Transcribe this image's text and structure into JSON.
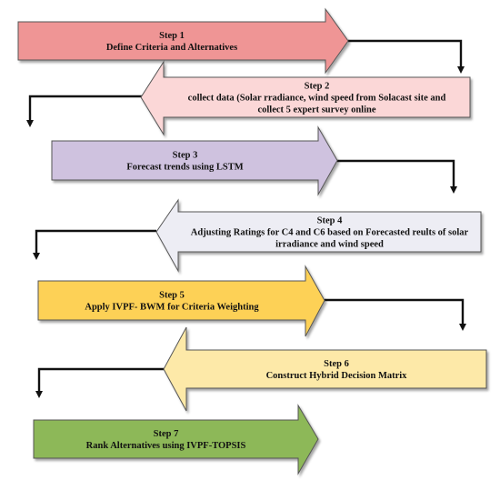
{
  "steps": [
    {
      "title": "Step 1",
      "lines": [
        "Define Criteria and Alternatives"
      ],
      "direction": "right",
      "color": "#ef9595"
    },
    {
      "title": "Step 2",
      "lines": [
        "collect data (Solar rradiance, wind speed from Solacast site and",
        "collect 5 expert survey online"
      ],
      "direction": "left",
      "color": "#fbd7d7"
    },
    {
      "title": "Step 3",
      "lines": [
        "Forecast trends using LSTM"
      ],
      "direction": "right",
      "color": "#cfc2df"
    },
    {
      "title": "Step 4",
      "lines": [
        "Adjusting Ratings for C4 and C6 based on Forecasted reults of solar",
        "irradiance and wind speed"
      ],
      "direction": "left",
      "color": "#ededf4"
    },
    {
      "title": "Step 5",
      "lines": [
        "Apply IVPF- BWM for Criteria Weighting"
      ],
      "direction": "right",
      "color": "#fdd156"
    },
    {
      "title": "Step 6",
      "lines": [
        "Construct Hybrid Decision Matrix"
      ],
      "direction": "left",
      "color": "#fde9a8"
    },
    {
      "title": "Step 7",
      "lines": [
        "Rank Alternatives using IVPF-TOPSIS"
      ],
      "direction": "right",
      "color": "#8db858"
    }
  ],
  "colors": {
    "outline": "#555555",
    "connector": "#111111",
    "text": "#111111"
  }
}
